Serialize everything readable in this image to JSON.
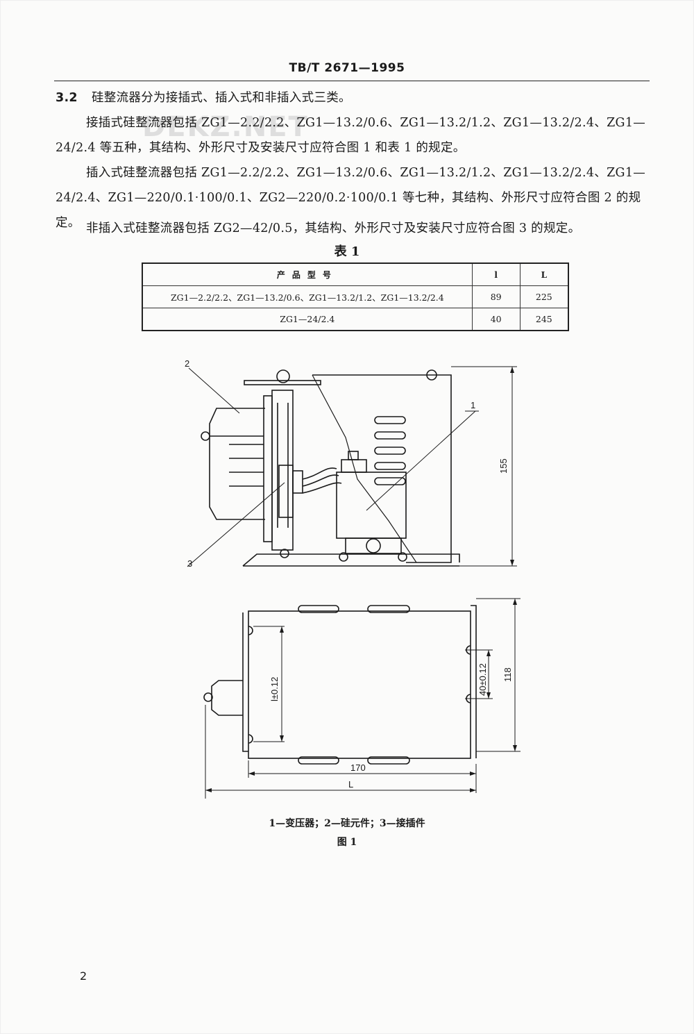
{
  "header": {
    "title": "TB/T 2671—1995"
  },
  "watermark": "DEKZ.NET",
  "section": {
    "number": "3.2",
    "intro": "硅整流器分为接插式、插入式和非插入式三类。",
    "p1": "接插式硅整流器包括 ZG1—2.2/2.2、ZG1—13.2/0.6、ZG1—13.2/1.2、ZG1—13.2/2.4、ZG1—24/2.4 等五种，其结构、外形尺寸及安装尺寸应符合图 1 和表 1 的规定。",
    "p2": "插入式硅整流器包括 ZG1—2.2/2.2、ZG1—13.2/0.6、ZG1—13.2/1.2、ZG1—13.2/2.4、ZG1—24/2.4、ZG1—220/0.1·100/0.1、ZG2—220/0.2·100/0.1 等七种，其结构、外形尺寸应符合图 2 的规定。",
    "p3": "非插入式硅整流器包括 ZG2—42/0.5，其结构、外形尺寸及安装尺寸应符合图 3 的规定。"
  },
  "table": {
    "title": "表 1",
    "headers": [
      "产品型号",
      "l",
      "L"
    ],
    "rows": [
      {
        "model": "ZG1—2.2/2.2、ZG1—13.2/0.6、ZG1—13.2/1.2、ZG1—13.2/2.4",
        "l": "89",
        "L": "225"
      },
      {
        "model": "ZG1—24/2.4",
        "l": "40",
        "L": "245"
      }
    ]
  },
  "figure": {
    "callouts": [
      "1",
      "2",
      "3"
    ],
    "dim_height": "155",
    "dim_width_inner": "170",
    "dim_total": "L",
    "dim_side": "118",
    "dim_l_tol": "l±0.12",
    "dim_40_tol": "40±0.12",
    "legend": "1—变压器；2—硅元件；3—接插件",
    "label": "图 1"
  },
  "page_number": "2"
}
